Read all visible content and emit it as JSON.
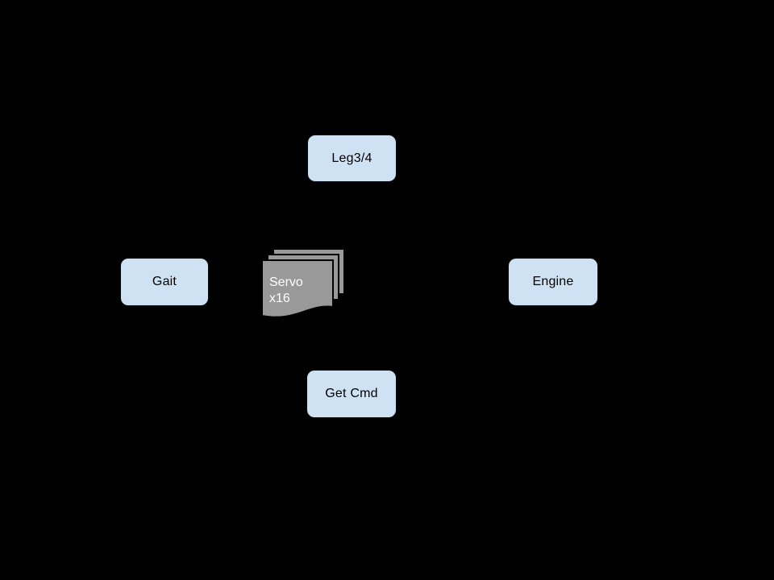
{
  "colors": {
    "background": "#000000",
    "node_fill": "#cfe2f3",
    "node_border": "#0a0a0a",
    "node_text": "#000000",
    "servo_fill": "#999999",
    "servo_text": "#ffffff"
  },
  "diagram": {
    "nodes": [
      {
        "id": "leg34",
        "label": "Leg3/4"
      },
      {
        "id": "gait",
        "label": "Gait"
      },
      {
        "id": "engine",
        "label": "Engine"
      },
      {
        "id": "get-cmd",
        "label": "Get Cmd"
      }
    ],
    "servo": {
      "shape": "stacked-documents",
      "line1": "Servo",
      "line2": "x16"
    }
  }
}
